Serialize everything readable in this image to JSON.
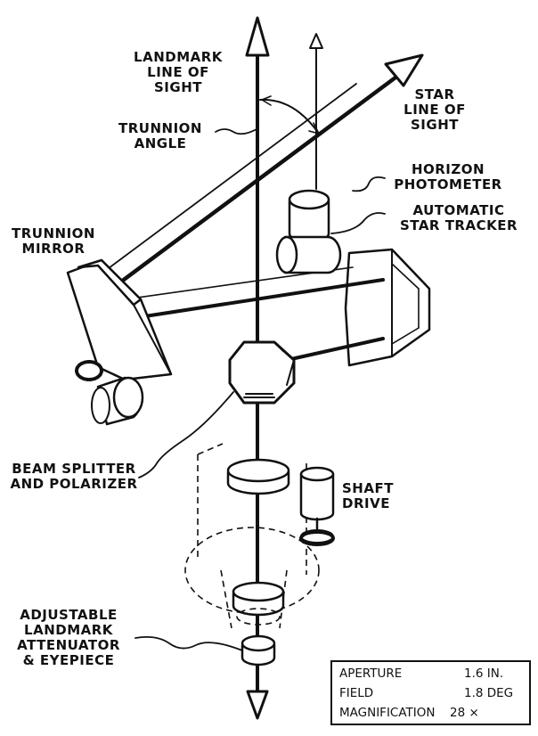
{
  "diagram": {
    "title": "Space sextant optical layout",
    "labels": {
      "landmark_line_of_sight": [
        "LANDMARK",
        "LINE OF",
        "SIGHT"
      ],
      "star_line_of_sight": [
        "STAR",
        "LINE OF",
        "SIGHT"
      ],
      "trunnion_angle": [
        "TRUNNION",
        "ANGLE"
      ],
      "horizon_photometer": [
        "HORIZON",
        "PHOTOMETER"
      ],
      "automatic_star_tracker": [
        "AUTOMATIC",
        "STAR TRACKER"
      ],
      "trunnion_mirror": [
        "TRUNNION",
        "MIRROR"
      ],
      "beam_splitter": [
        "BEAM SPLITTER",
        "AND POLARIZER"
      ],
      "shaft_drive": [
        "SHAFT",
        "DRIVE"
      ],
      "attenuator": [
        "ADJUSTABLE",
        "LANDMARK",
        "ATTENUATOR",
        "& EYEPIECE"
      ]
    },
    "specs": [
      {
        "name": "APERTURE",
        "value": "1.6 IN."
      },
      {
        "name": "FIELD",
        "value": "1.8 DEG"
      },
      {
        "name": "MAGNIFICATION",
        "value": "28 ×"
      }
    ],
    "colors": {
      "ink": "#111111",
      "paper": "#ffffff"
    }
  }
}
